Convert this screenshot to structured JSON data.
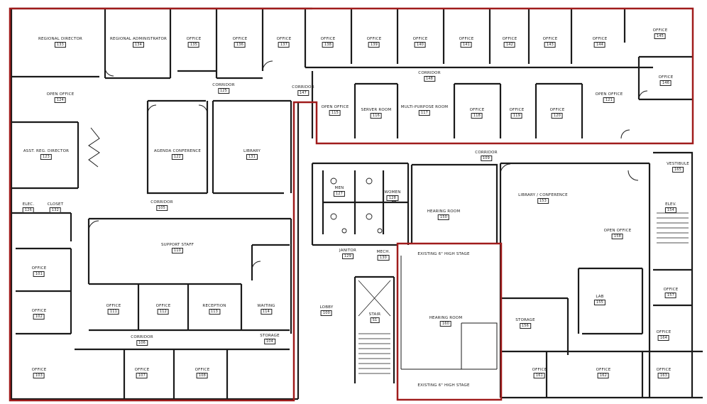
{
  "plan": {
    "outline_color": "#a01c1c",
    "wall_color": "#1a1a1a",
    "rooms": [
      {
        "name": "REGIONAL DIRECTOR",
        "num": "133"
      },
      {
        "name": "REGIONAL ADMINISTRATOR",
        "num": "134"
      },
      {
        "name": "OFFICE",
        "num": "135"
      },
      {
        "name": "OFFICE",
        "num": "136"
      },
      {
        "name": "OFFICE",
        "num": "137"
      },
      {
        "name": "OFFICE",
        "num": "138"
      },
      {
        "name": "OFFICE",
        "num": "139"
      },
      {
        "name": "OFFICE",
        "num": "140"
      },
      {
        "name": "OFFICE",
        "num": "141"
      },
      {
        "name": "OFFICE",
        "num": "142"
      },
      {
        "name": "OFFICE",
        "num": "143"
      },
      {
        "name": "OFFICE",
        "num": "144"
      },
      {
        "name": "OFFICE",
        "num": "145"
      },
      {
        "name": "OFFICE",
        "num": "146"
      },
      {
        "name": "OPEN OFFICE",
        "num": "124"
      },
      {
        "name": "CORRIDOR",
        "num": "125"
      },
      {
        "name": "CORRIDOR",
        "num": "147"
      },
      {
        "name": "CORRIDOR",
        "num": "148"
      },
      {
        "name": "OPEN OFFICE",
        "num": "115"
      },
      {
        "name": "SERVER ROOM",
        "num": "116"
      },
      {
        "name": "MULTI-PURPOSE ROOM",
        "num": "117"
      },
      {
        "name": "OFFICE",
        "num": "118"
      },
      {
        "name": "OFFICE",
        "num": "119"
      },
      {
        "name": "OFFICE",
        "num": "120"
      },
      {
        "name": "OPEN OFFICE",
        "num": "121"
      },
      {
        "name": "ASST. REG. DIRECTOR",
        "num": "123"
      },
      {
        "name": "AGENDA CONFERENCE",
        "num": "122"
      },
      {
        "name": "LIBRARY",
        "num": "131"
      },
      {
        "name": "CORRIDOR",
        "num": "109"
      },
      {
        "name": "CORRIDOR",
        "num": "105"
      },
      {
        "name": "SUPPORT STAFF",
        "num": "110"
      },
      {
        "name": "OFFICE",
        "num": "111"
      },
      {
        "name": "OFFICE",
        "num": "112"
      },
      {
        "name": "RECEPTION",
        "num": "113"
      },
      {
        "name": "WAITING",
        "num": "114"
      },
      {
        "name": "STORAGE",
        "num": "104"
      },
      {
        "name": "CORRIDOR",
        "num": "106"
      },
      {
        "name": "OFFICE",
        "num": "101"
      },
      {
        "name": "OFFICE",
        "num": "102"
      },
      {
        "name": "OFFICE",
        "num": "103"
      },
      {
        "name": "OFFICE",
        "num": "107"
      },
      {
        "name": "OFFICE",
        "num": "108"
      },
      {
        "name": "HEARING ROOM",
        "num": "150"
      },
      {
        "name": "LIBRARY / CONFERENCE",
        "num": "153"
      },
      {
        "name": "OPEN OFFICE",
        "num": "158"
      },
      {
        "name": "HEARING ROOM",
        "num": "160"
      },
      {
        "name": "LAB",
        "num": "155"
      },
      {
        "name": "STORAGE",
        "num": "156"
      },
      {
        "name": "OFFICE",
        "num": "157"
      },
      {
        "name": "OFFICE",
        "num": "161"
      },
      {
        "name": "OFFICE",
        "num": "162"
      },
      {
        "name": "OFFICE",
        "num": "163"
      },
      {
        "name": "OFFICE",
        "num": "164"
      },
      {
        "name": "LOBBY",
        "num": "100"
      },
      {
        "name": "STAIR",
        "num": "S1"
      },
      {
        "name": "MEN",
        "num": "127"
      },
      {
        "name": "WOMEN",
        "num": "128"
      },
      {
        "name": "JANITOR",
        "num": "129"
      },
      {
        "name": "MECH.",
        "num": "130"
      },
      {
        "name": "ELEC.",
        "num": "126"
      },
      {
        "name": "CLOSET",
        "num": "132"
      },
      {
        "name": "VESTIBULE",
        "num": "165"
      },
      {
        "name": "ELEV.",
        "num": "154"
      }
    ],
    "notes": [
      {
        "text": "EXISTING 6\" HIGH STAGE"
      },
      {
        "text": "EXISTING 6\" HIGH STAGE"
      }
    ]
  }
}
